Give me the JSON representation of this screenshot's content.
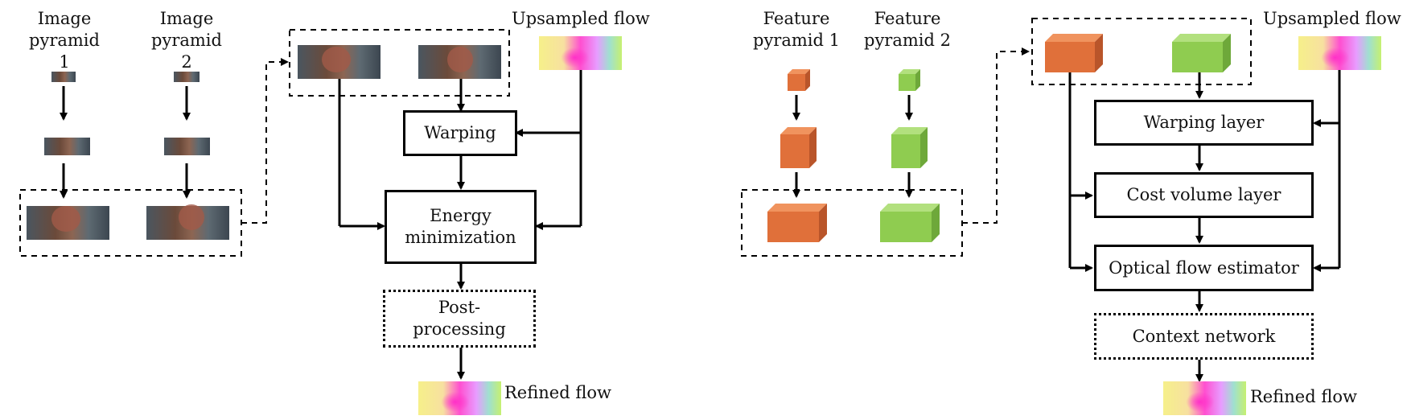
{
  "left": {
    "pyramid1_title": "Image\npyramid 1",
    "pyramid2_title": "Image\npyramid 2",
    "upsampled_flow": "Upsampled flow",
    "warping": "Warping",
    "energy": "Energy\nminimization",
    "post": "Post-\nprocessing",
    "refined_flow": "Refined flow"
  },
  "right": {
    "pyramid1_title": "Feature\npyramid 1",
    "pyramid2_title": "Feature\npyramid 2",
    "upsampled_flow": "Upsampled flow",
    "warping_layer": "Warping layer",
    "cost_volume": "Cost volume layer",
    "estimator": "Optical flow estimator",
    "context": "Context network",
    "refined_flow": "Refined flow"
  },
  "colors": {
    "feature1": "#e0703a",
    "feature2": "#8fcc50"
  },
  "icons": [
    "image-thumbnail-icon",
    "flow-field-icon",
    "feature-cube-icon"
  ]
}
